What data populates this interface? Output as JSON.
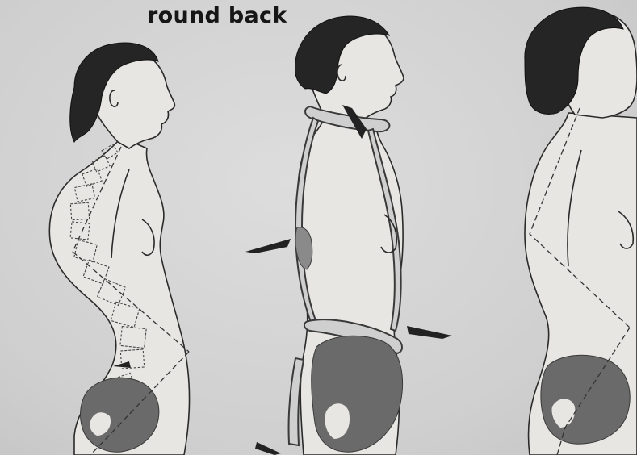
{
  "caption": "round back",
  "colors": {
    "background": "#d6d6d6",
    "ink": "#161616",
    "pelvis": "#6a6a6a"
  },
  "figures": [
    {
      "name": "figure-round-back",
      "features": [
        "spine-outline",
        "pelvis-shading",
        "dashed-posture-lines"
      ]
    },
    {
      "name": "figure-brace",
      "features": [
        "neck-collar",
        "torso-brace",
        "pelvic-girdle",
        "pressure-arrows"
      ]
    },
    {
      "name": "figure-corrected",
      "features": [
        "dashed-posture-lines",
        "pelvis-shading"
      ]
    }
  ]
}
